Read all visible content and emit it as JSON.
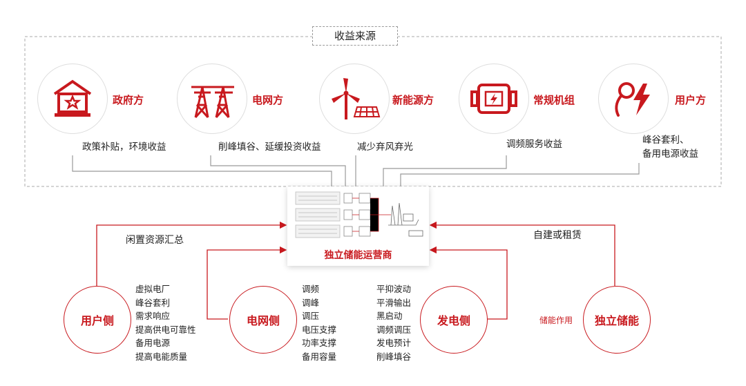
{
  "revenue_box": {
    "title": "收益来源"
  },
  "sources": [
    {
      "label": "政府方",
      "benefit": "政策补贴，环境收益",
      "icon": "government-building-icon"
    },
    {
      "label": "电网方",
      "benefit": "削峰填谷、延缓投资收益",
      "icon": "power-tower-icon"
    },
    {
      "label": "新能源方",
      "benefit": "减少弃风弃光",
      "icon": "wind-solar-icon"
    },
    {
      "label": "常规机组",
      "benefit": "调频服务收益",
      "icon": "generator-icon"
    },
    {
      "label": "用户方",
      "benefit_lines": [
        "峰谷套利、",
        "备用电源收益"
      ],
      "icon": "user-power-icon"
    }
  ],
  "center": {
    "label": "独立储能运营商"
  },
  "flows": {
    "left_label": "闲置资源汇总",
    "right_label": "自建或租赁",
    "storage_role": "储能作用"
  },
  "parties": {
    "user_side": {
      "label": "用户侧",
      "items": [
        "虚拟电厂",
        "峰谷套利",
        "需求响应",
        "提高供电可靠性",
        "备用电源",
        "提高电能质量"
      ]
    },
    "grid_side": {
      "label": "电网侧",
      "items": [
        "调频",
        "调峰",
        "调压",
        "电压支撑",
        "功率支撑",
        "备用容量"
      ]
    },
    "gen_side": {
      "label": "发电侧",
      "items": [
        "平抑波动",
        "平滑输出",
        "黑启动",
        "调频调压",
        "发电预计",
        "削峰填谷"
      ]
    },
    "storage": {
      "label": "独立储能"
    }
  },
  "colors": {
    "accent": "#c8191e",
    "line": "#999999",
    "dashed": "#aaaaaa"
  }
}
